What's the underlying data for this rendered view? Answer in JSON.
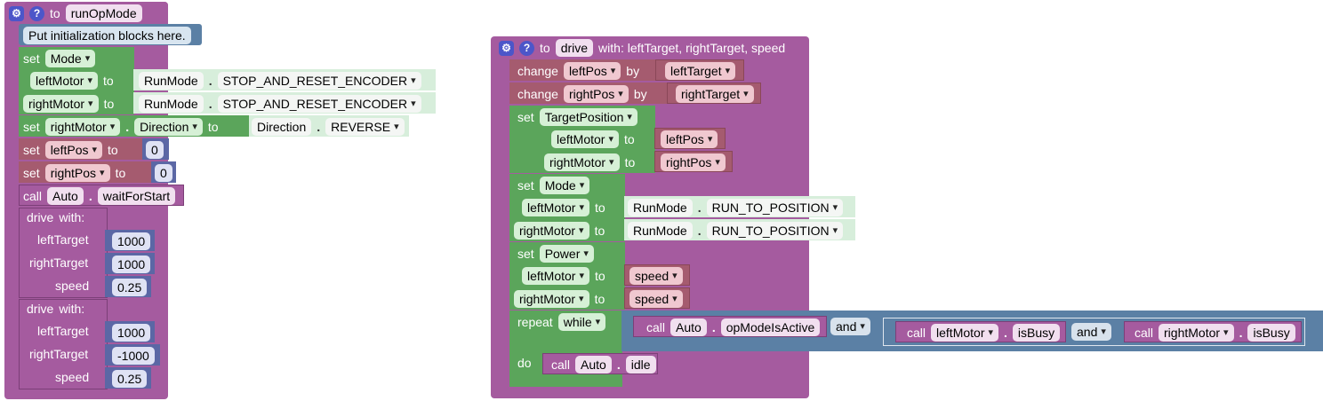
{
  "left": {
    "header": {
      "to_kw": "to",
      "name": "runOpMode"
    },
    "comment": "Put initialization blocks here.",
    "set_kw": "set",
    "to_kw": "to",
    "call_kw": "call",
    "mode": "Mode",
    "left_motor": "leftMotor",
    "right_motor": "rightMotor",
    "run_mode_cls": "RunMode",
    "stop_reset": "STOP_AND_RESET_ENCODER",
    "direction_prop": "Direction",
    "direction_cls": "Direction",
    "reverse": "REVERSE",
    "left_pos": "leftPos",
    "right_pos": "rightPos",
    "zero": "0",
    "auto": "Auto",
    "wait_for_start": "waitForStart",
    "drive_kw": "drive",
    "with_kw": "with:",
    "left_target": "leftTarget",
    "right_target": "rightTarget",
    "speed": "speed",
    "drive1": {
      "lt": "1000",
      "rt": "1000",
      "sp": "0.25"
    },
    "drive2": {
      "lt": "1000",
      "rt": "-1000",
      "sp": "0.25"
    }
  },
  "right": {
    "header": {
      "to_kw": "to",
      "name": "drive",
      "params": "with: leftTarget, rightTarget, speed"
    },
    "change_kw": "change",
    "by_kw": "by",
    "set_kw": "set",
    "to_kw": "to",
    "call_kw": "call",
    "left_pos": "leftPos",
    "right_pos": "rightPos",
    "left_target": "leftTarget",
    "right_target": "rightTarget",
    "target_position": "TargetPosition",
    "left_motor": "leftMotor",
    "right_motor": "rightMotor",
    "mode": "Mode",
    "run_mode_cls": "RunMode",
    "run_to_position": "RUN_TO_POSITION",
    "power": "Power",
    "speed": "speed",
    "repeat_kw": "repeat",
    "while_kw": "while",
    "and_kw": "and",
    "auto": "Auto",
    "op_mode_is_active": "opModeIsActive",
    "is_busy": "isBusy",
    "do_kw": "do",
    "idle": "idle"
  }
}
